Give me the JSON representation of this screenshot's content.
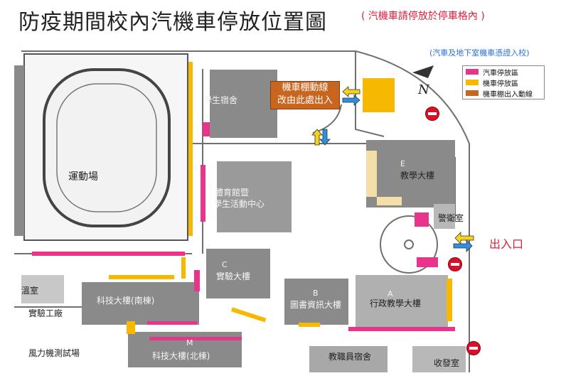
{
  "header": {
    "title": "防疫期間校內汽機車停放位置圖",
    "subtitle": "( 汽機車請停放於停車格內 )",
    "note": "(汽車及地下室機車憑證入校)"
  },
  "legend": {
    "items": [
      {
        "label": "汽車停放區",
        "color": "#e8358b"
      },
      {
        "label": "機車停放區",
        "color": "#f6b800"
      },
      {
        "label": "機車棚出入動線",
        "color": "#c8651e"
      }
    ]
  },
  "callout": {
    "line1": "機車棚動線",
    "line2": "改由此處出入"
  },
  "entrance": {
    "label": "出入口"
  },
  "compass": {
    "label": "N"
  },
  "buildings": {
    "stadium": "運動場",
    "dorm": "學生宿舍",
    "gym_line1": "體育館暨",
    "gym_line2": "學生活動中心",
    "teaching": "教學大樓",
    "e_letter": "E",
    "tech_south": "科技大樓(南棟)",
    "tech_north": "科技大樓(北棟)",
    "admin": "行政教學大樓",
    "a_letter": "A",
    "library": "圖書資訊大樓",
    "b_letter": "B",
    "c_letter": "C",
    "c_name": "實驗大樓",
    "m_letter": "M",
    "wind_tunnel": "風力機測試場",
    "guard": "警衛室",
    "staff_dorm": "教職員宿舍",
    "greenhouse": "溫室",
    "lab_hall": "實驗工廠",
    "recycling": "收發室"
  },
  "colors": {
    "car": "#e8358b",
    "moto": "#f6b800",
    "route": "#c8651e",
    "arrow_yellow": "#f6d21a",
    "arrow_blue": "#2f8fdc",
    "building": "#8a8a8a",
    "building_light": "#b8b8b8"
  }
}
